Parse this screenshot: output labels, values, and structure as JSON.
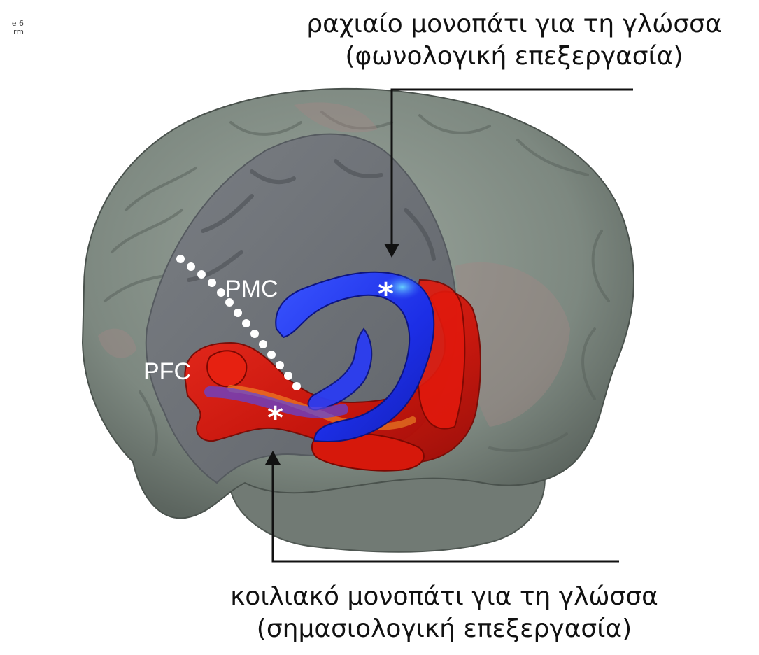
{
  "corner_fragment": {
    "line1": "e 6",
    "line2": "rm"
  },
  "labels": {
    "dorsal_pathway": {
      "line1": "ραχιαίο μονοπάτι για τη γλώσσα",
      "line2": "(φωνολογική επεξεργασία)"
    },
    "ventral_pathway": {
      "line1": "κοιλιακό μονοπάτι για τη γλώσσα",
      "line2": "(σημασιολογική επεξεργασία)"
    },
    "pmc": "PMC",
    "pfc": "PFC",
    "star_mark": "*"
  },
  "colors": {
    "dorsal_tract": "#2233ee",
    "ventral_tract": "#dd1b10",
    "brain_surface": "#7f8a82",
    "cut_surface": "#6f7378",
    "arrow": "#111111"
  },
  "icons": {
    "dorsal_arrow": "arrow-down-icon",
    "ventral_arrow": "arrow-up-icon"
  }
}
